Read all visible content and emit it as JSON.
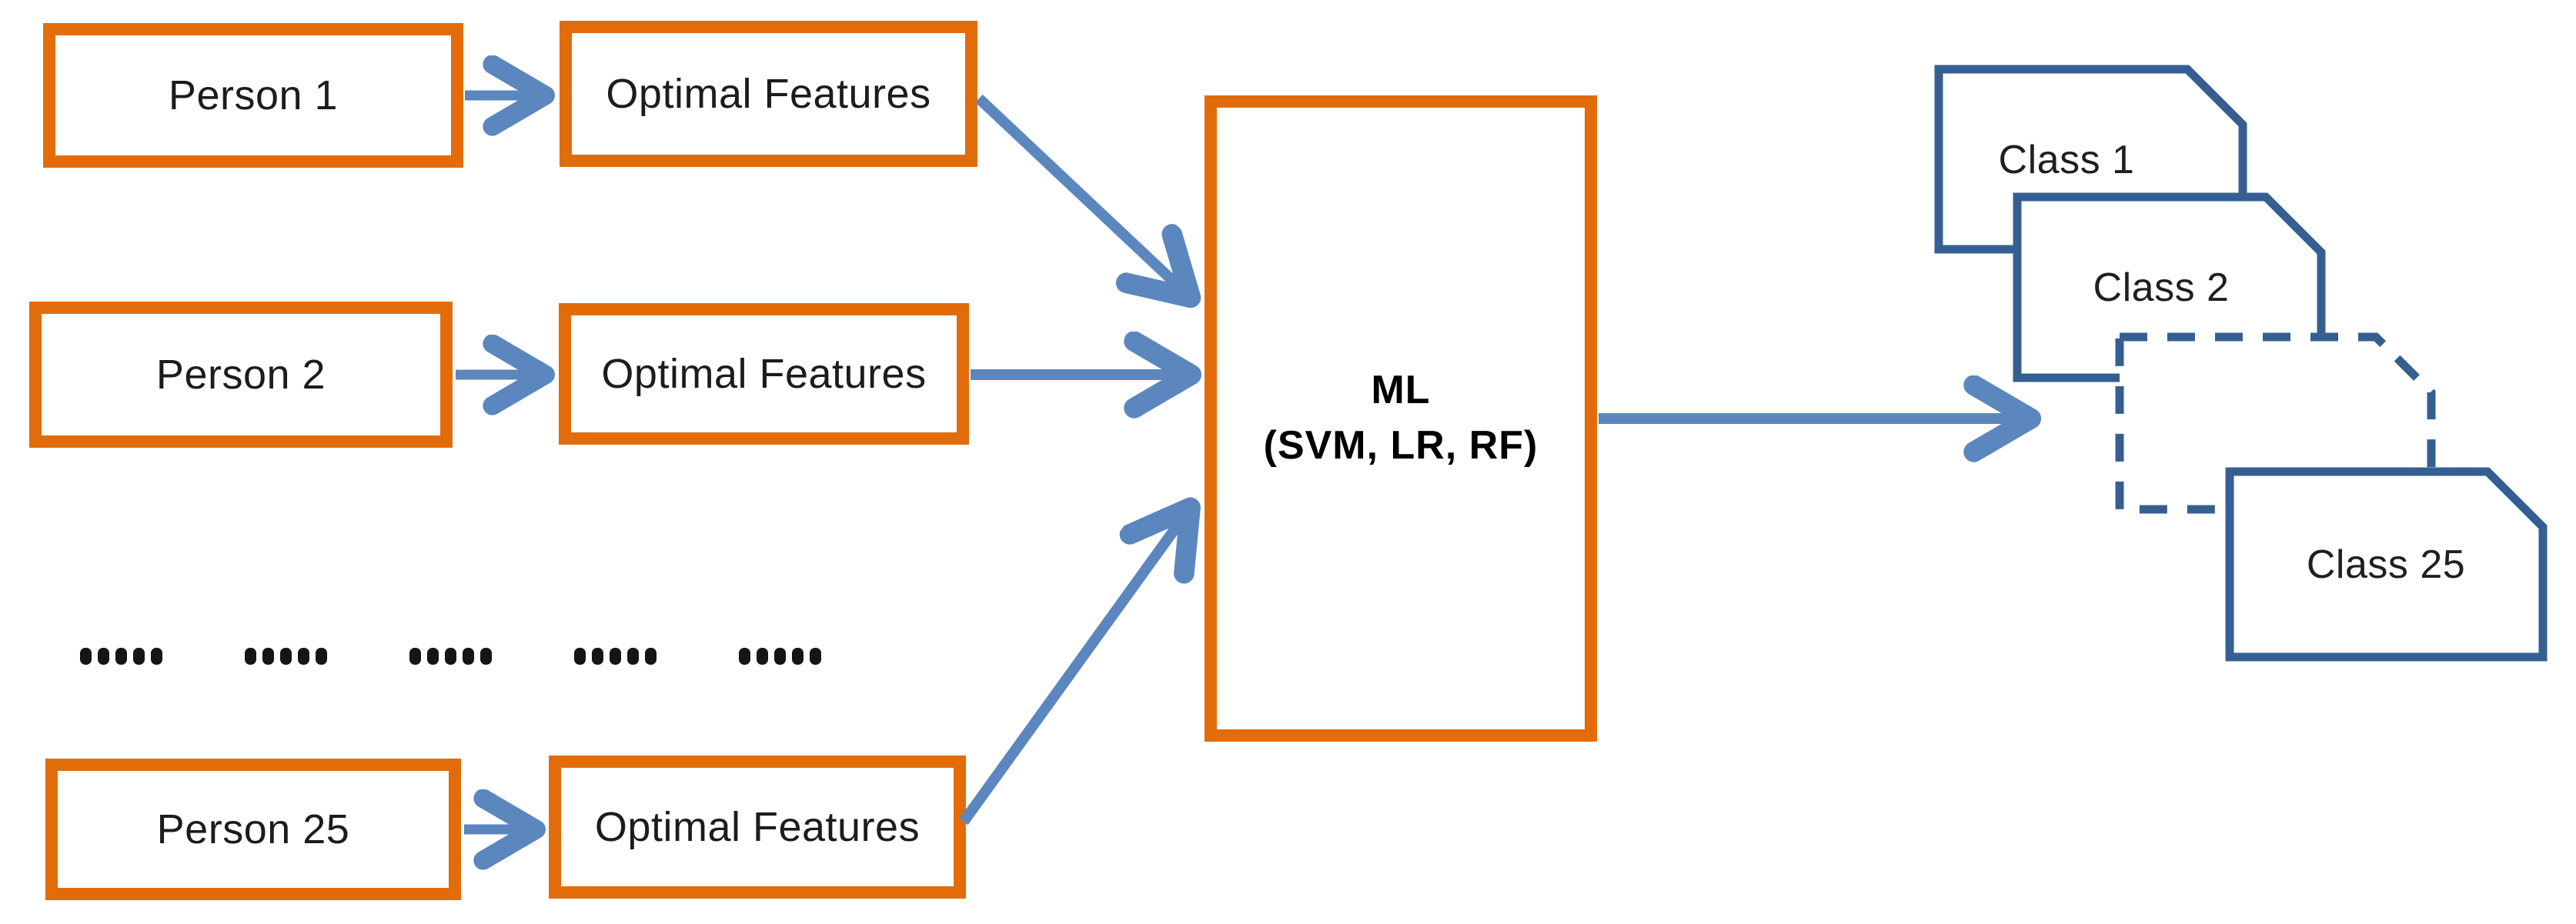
{
  "diagram": {
    "title_hint": "ML classification pipeline diagram",
    "colors": {
      "process_box_border": "#E36C0A",
      "arrow_blue": "#5B87BE",
      "class_card_border": "#365F91",
      "text": "#1c1c1c",
      "background": "#ffffff"
    },
    "inputs": [
      {
        "person": "Person 1",
        "features": "Optimal Features"
      },
      {
        "person": "Person 2",
        "features": "Optimal Features"
      },
      {
        "person": "Person 25",
        "features": "Optimal Features"
      }
    ],
    "ellipsis": {
      "groups": 5,
      "dots_per_group": 5
    },
    "ml_box": {
      "line1": "ML",
      "line2": "(SVM, LR, RF)"
    },
    "outputs": [
      {
        "label": "Class 1",
        "style": "solid"
      },
      {
        "label": "Class 2",
        "style": "solid"
      },
      {
        "label": "",
        "style": "dashed"
      },
      {
        "label": "Class 25",
        "style": "solid"
      }
    ]
  }
}
